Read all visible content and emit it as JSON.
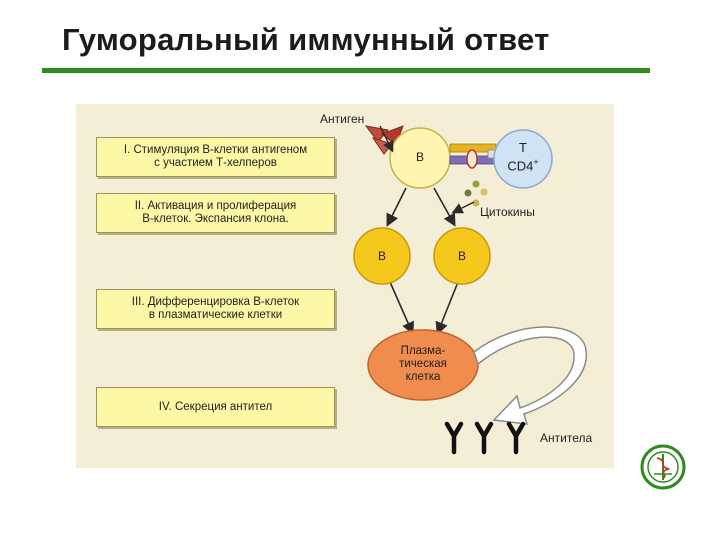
{
  "slide": {
    "title": "Гуморальный иммунный ответ"
  },
  "stages": [
    {
      "line1": "I. Стимуляция В-клетки антигеном",
      "line2": "с участием Т-хелперов"
    },
    {
      "line1": "II. Активация и пролиферация",
      "line2": "В-клеток. Экспансия клона."
    },
    {
      "line1": "III. Дифференцировка В-клеток",
      "line2": "в плазматические клетки"
    },
    {
      "line1": "IV. Секреция антител",
      "line2": ""
    }
  ],
  "diagram": {
    "antigen_label": "Антиген",
    "b_cell_label": "В",
    "t_cell_label_line1": "Т",
    "t_cell_label_line2": "CD4",
    "t_cell_sup": "+",
    "cytokines_label": "Цитокины",
    "b_clone_left_label": "В",
    "b_clone_right_label": "В",
    "plasma_line1": "Плазма-",
    "plasma_line2": "тическая",
    "plasma_line3": "клетка",
    "antibodies_label": "Антитела",
    "antibody_symbol": "Y"
  },
  "colors": {
    "title_rule": "#2e8b1e",
    "panel_bg": "#f4eed6",
    "stage_box": "#fdf8a6",
    "b_cell": "#fdf5b0",
    "b_clone": "#f5c81c",
    "t_cell": "#cfe3f5",
    "plasma_cell": "#f08c4e",
    "antigen": "#c24a3c"
  }
}
